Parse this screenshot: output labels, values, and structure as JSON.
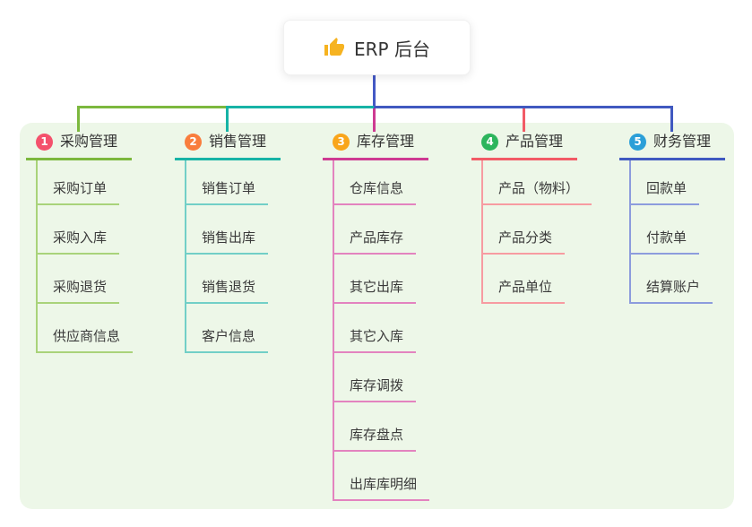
{
  "root": {
    "title": "ERP 后台",
    "icon": "thumbs-up-icon",
    "icon_color": "#f6b321"
  },
  "canvas": {
    "background": "#ffffff",
    "panel_background": "#edf7e8"
  },
  "connector_color": "#4459c5",
  "branches": [
    {
      "badge": "1",
      "title": "采购管理",
      "color": "#7cb83e",
      "light_color": "#a9d37a",
      "badge_color": "#f4516c",
      "items": [
        "采购订单",
        "采购入库",
        "采购退货",
        "供应商信息"
      ]
    },
    {
      "badge": "2",
      "title": "销售管理",
      "color": "#17b3a6",
      "light_color": "#72cfc7",
      "badge_color": "#f97d3d",
      "items": [
        "销售订单",
        "销售出库",
        "销售退货",
        "客户信息"
      ]
    },
    {
      "badge": "3",
      "title": "库存管理",
      "color": "#ce3a92",
      "light_color": "#e383bf",
      "badge_color": "#f9a51b",
      "items": [
        "仓库信息",
        "产品库存",
        "其它出库",
        "其它入库",
        "库存调拨",
        "库存盘点",
        "出库库明细"
      ]
    },
    {
      "badge": "4",
      "title": "产品管理",
      "color": "#f25b66",
      "light_color": "#f79ba1",
      "badge_color": "#2db55d",
      "items": [
        "产品（物料）",
        "产品分类",
        "产品单位"
      ]
    },
    {
      "badge": "5",
      "title": "财务管理",
      "color": "#4059c0",
      "light_color": "#8d9cdd",
      "badge_color": "#2b9fd8",
      "items": [
        "回款单",
        "付款单",
        "结算账户"
      ]
    }
  ]
}
